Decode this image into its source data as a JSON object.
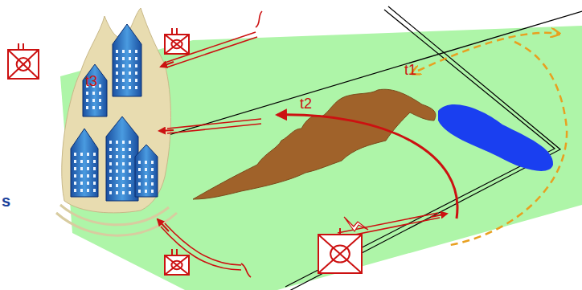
{
  "diagram": {
    "labels": [
      "t1",
      "t2",
      "t3",
      "s"
    ]
  }
}
